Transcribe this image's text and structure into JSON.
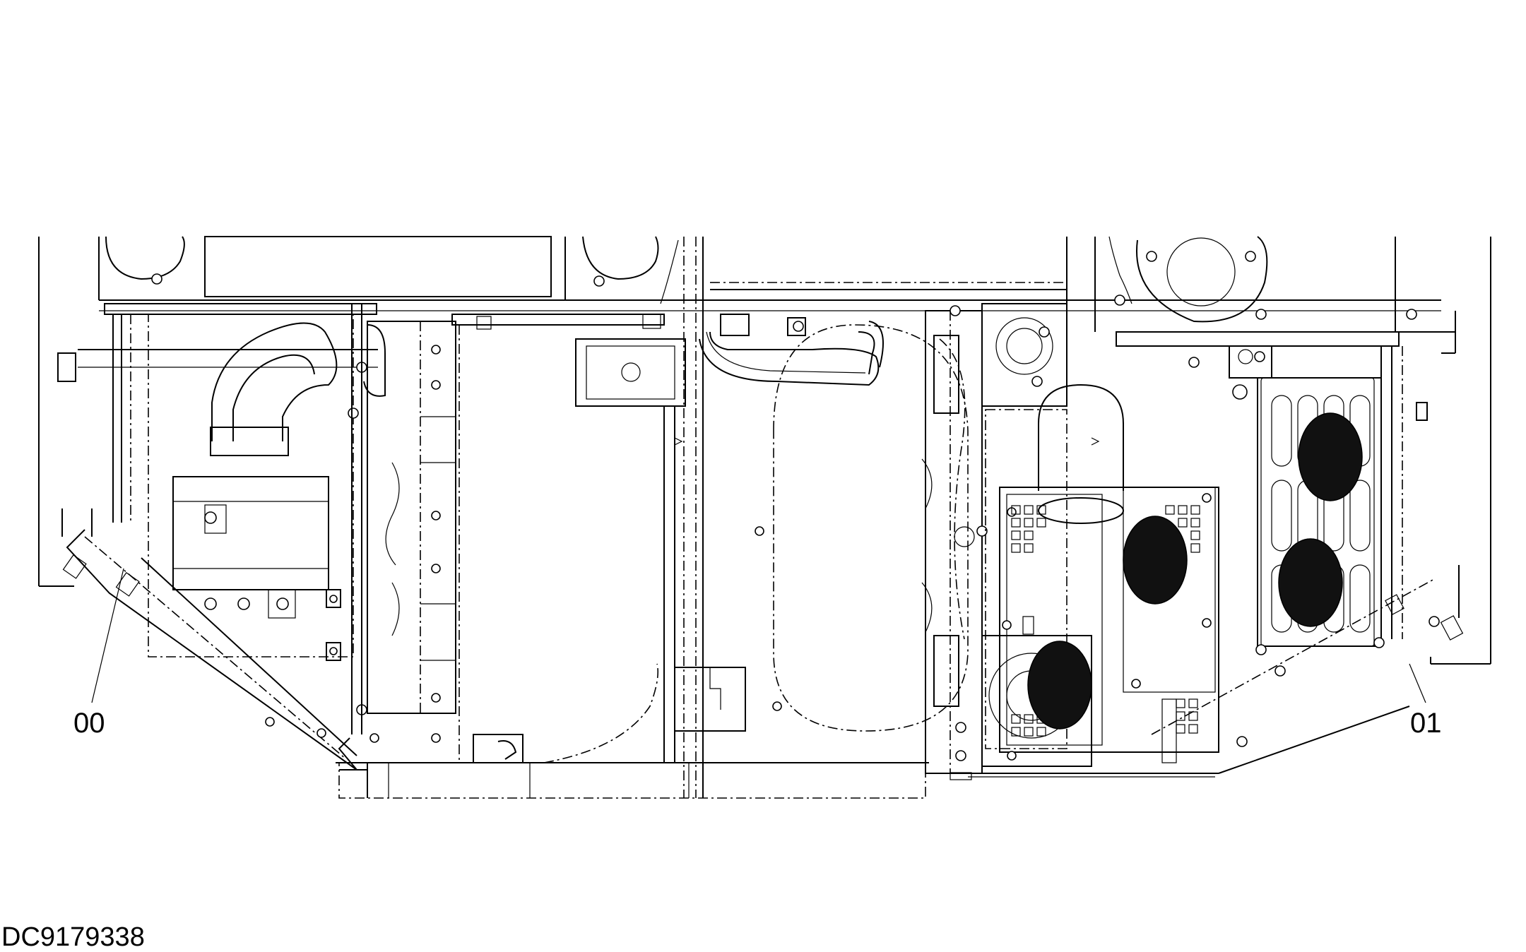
{
  "callouts": [
    {
      "id": "00",
      "label": "00"
    },
    {
      "id": "01",
      "label": "01"
    }
  ],
  "document_code": "DC9179338",
  "colors": {
    "ink": "#000000",
    "paper": "#ffffff"
  }
}
